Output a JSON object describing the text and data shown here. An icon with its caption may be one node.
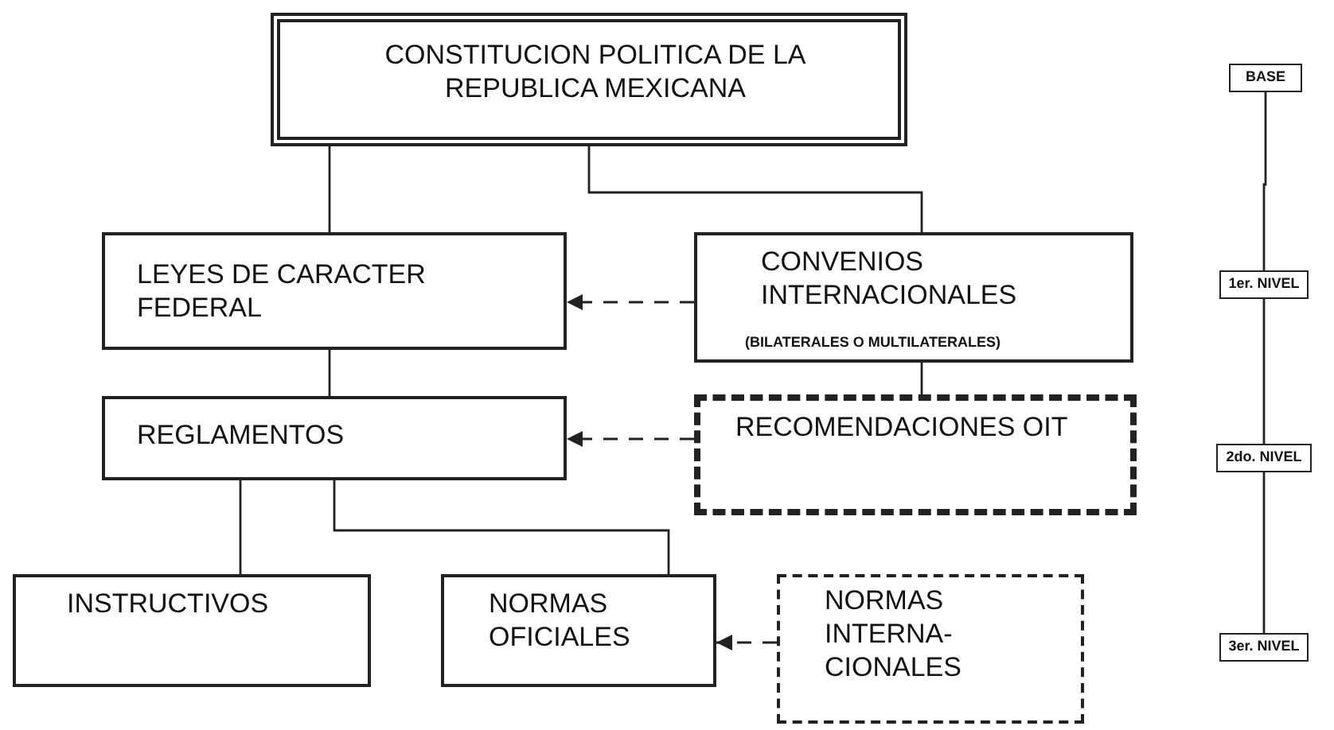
{
  "diagram": {
    "nodes": [
      {
        "text": [
          "CONSTITUCION POLITICA DE LA REPUBLICA MEXICANA"
        ]
      },
      {
        "text": [
          "LEYES DE CARACTER FEDERAL"
        ]
      },
      {
        "text": [
          "CONVENIOS INTERNACIONALES",
          "(BILATERALES O MULTILATERALES)"
        ]
      },
      {
        "text": [
          "REGLAMENTOS"
        ]
      },
      {
        "text": [
          "RECOMENDACIONES OIT"
        ]
      },
      {
        "text": [
          "INSTRUCTIVOS"
        ]
      },
      {
        "text": [
          "NORMAS OFICIALES"
        ]
      },
      {
        "text": [
          "NORMAS INTERNA- CIONALES"
        ]
      },
      {
        "text": [
          "BASE"
        ]
      },
      {
        "text": [
          "1er. NIVEL"
        ]
      },
      {
        "text": [
          "2do. NIVEL"
        ]
      },
      {
        "text": [
          "3er. NIVEL"
        ]
      }
    ],
    "edges": [
      {
        "from": 0,
        "to": 1,
        "arrow": "none"
      },
      {
        "from": 0,
        "to": 2,
        "arrow": "none"
      },
      {
        "from": 1,
        "to": 3,
        "arrow": "none"
      },
      {
        "from": 2,
        "to": 4,
        "arrow": "none"
      },
      {
        "from": 3,
        "to": 5,
        "arrow": "none"
      },
      {
        "from": 3,
        "to": 6,
        "arrow": "none"
      },
      {
        "from": 2,
        "to": 1,
        "arrow": "to",
        "style": "dashed"
      },
      {
        "from": 4,
        "to": 3,
        "arrow": "to",
        "style": "dashed"
      },
      {
        "from": 7,
        "to": 6,
        "arrow": "to",
        "style": "dashed"
      },
      {
        "from": 8,
        "to": 9,
        "arrow": "none"
      },
      {
        "from": 9,
        "to": 10,
        "arrow": "none"
      },
      {
        "from": 10,
        "to": 11,
        "arrow": "none"
      }
    ]
  }
}
